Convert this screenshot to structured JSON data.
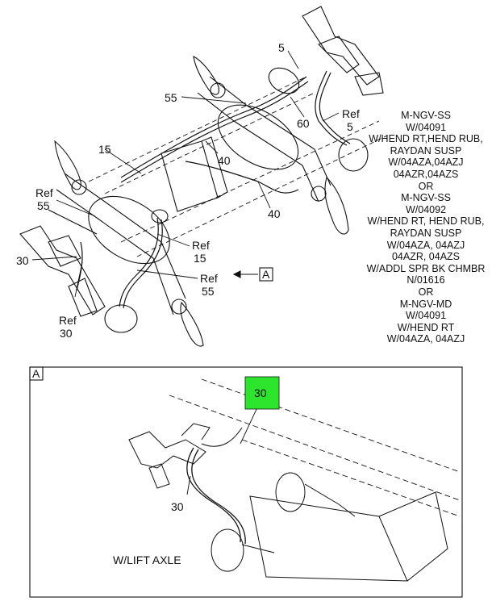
{
  "callouts": {
    "top_5": "5",
    "top_60": "60",
    "top_ref": "Ref",
    "top_ref5": "5",
    "top_55": "55",
    "top_15": "15",
    "top_40a": "40",
    "top_40b": "40",
    "left_ref": "Ref",
    "left_55": "55",
    "left_30": "30",
    "left_ref30_a": "Ref",
    "left_ref30_b": "30",
    "mid_ref15_a": "Ref",
    "mid_ref15_b": "15",
    "mid_ref55_a": "Ref",
    "mid_ref55_b": "55",
    "view_arrow_label": "A"
  },
  "applicability_note": [
    "M-NGV-SS",
    "W/04091",
    "W/HEND RT,HEND RUB,",
    "RAYDAN SUSP",
    "W/04AZA,04AZJ",
    "04AZR,04AZS",
    "OR",
    "M-NGV-SS",
    "W/04092",
    "W/HEND RT, HEND RUB,",
    "RAYDAN SUSP",
    "W/04AZA, 04AZJ",
    "04AZR, 04AZS",
    "W/ADDL SPR BK CHMBR",
    "N/01616",
    "OR",
    "M-NGV-MD",
    "W/04091",
    "W/HEND RT",
    "W/04AZA, 04AZJ"
  ],
  "detail_view": {
    "view_label": "A",
    "highlighted_callout": "30",
    "hose_callout": "30",
    "caption": "W/LIFT AXLE"
  },
  "colors": {
    "highlight": "#2ee52e",
    "line": "#111111"
  }
}
